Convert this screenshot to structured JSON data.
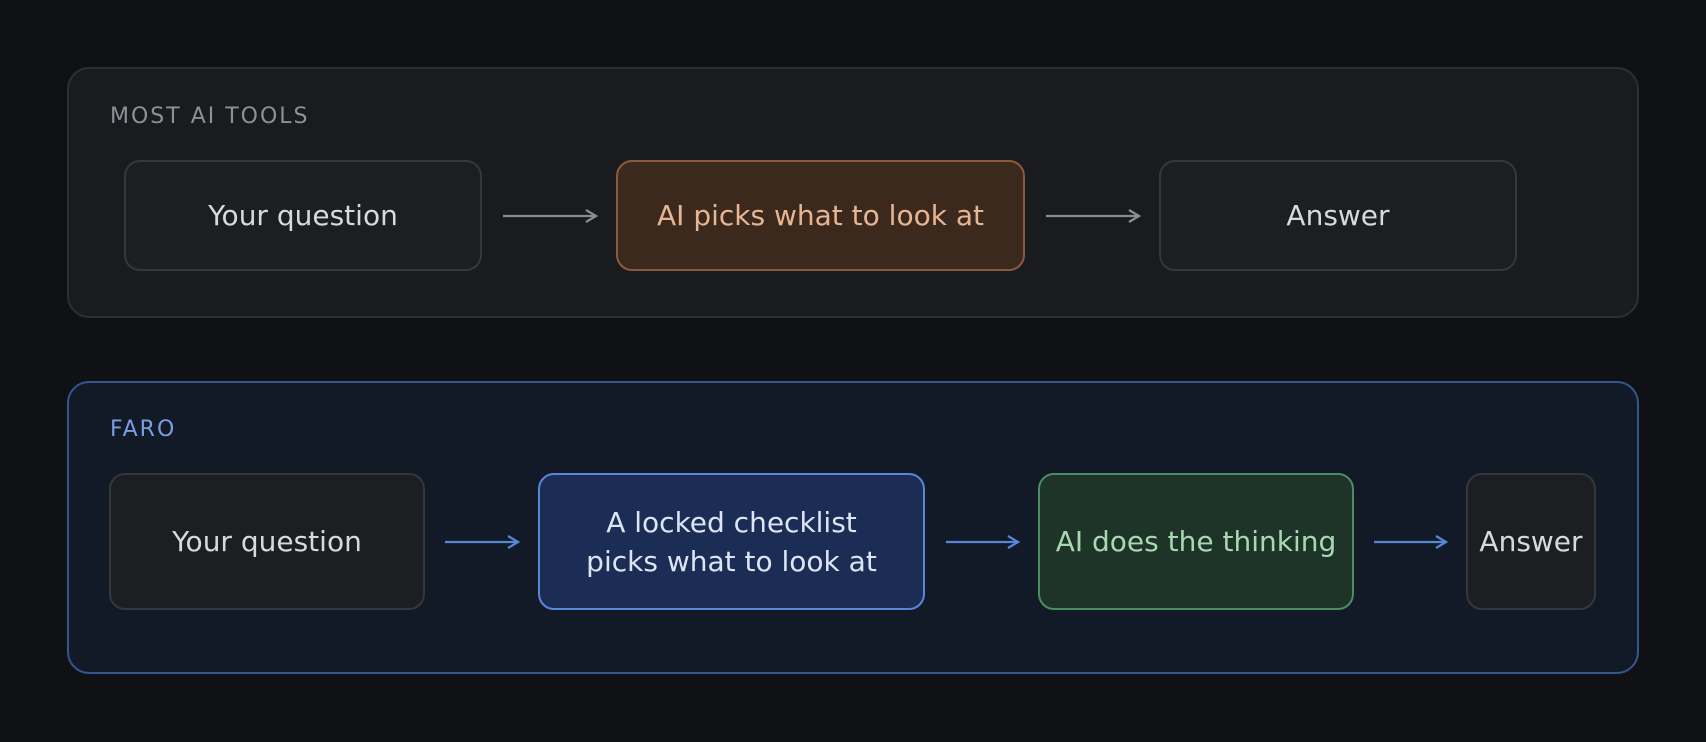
{
  "panels": [
    {
      "title": "MOST AI TOOLS",
      "steps": [
        {
          "label": "Your question"
        },
        {
          "label": "AI picks what to look at"
        },
        {
          "label": "Answer"
        }
      ]
    },
    {
      "title": "FARO",
      "steps": [
        {
          "label": "Your question"
        },
        {
          "label": "A locked checklist\npicks what to look at"
        },
        {
          "label": "AI does the thinking"
        },
        {
          "label": "Answer"
        }
      ]
    }
  ],
  "colors": {
    "background": "#0f1115",
    "arrow_neutral": "#8a8d92",
    "arrow_blue": "#5a86d8",
    "highlight_orange": "#8a5a3e",
    "highlight_blue": "#5a86d8",
    "highlight_green": "#4d8c63"
  }
}
